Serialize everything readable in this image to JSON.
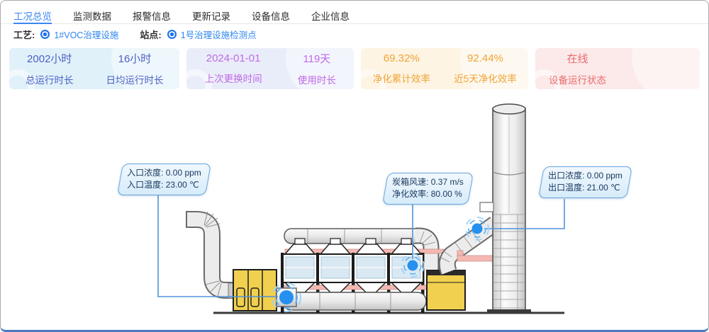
{
  "tabs": [
    {
      "label": "工况总览",
      "active": true
    },
    {
      "label": "监测数据",
      "active": false
    },
    {
      "label": "报警信息",
      "active": false
    },
    {
      "label": "更新记录",
      "active": false
    },
    {
      "label": "设备信息",
      "active": false
    },
    {
      "label": "企业信息",
      "active": false
    }
  ],
  "filters": {
    "process_label": "工艺:",
    "process_value": "1#VOC治理设施",
    "site_label": "站点:",
    "site_value": "1号治理设施检测点"
  },
  "stat_cards": [
    {
      "theme": "blue",
      "items": [
        {
          "value": "2002小时",
          "label": "总运行时长"
        },
        {
          "value": "16小时",
          "label": "日均运行时长"
        }
      ]
    },
    {
      "theme": "purple",
      "items": [
        {
          "value": "2024-01-01",
          "label": "上次更换时间"
        },
        {
          "value": "119天",
          "label": "使用时长"
        }
      ]
    },
    {
      "theme": "orange",
      "items": [
        {
          "value": "69.32%",
          "label": "净化累计效率"
        },
        {
          "value": "92.44%",
          "label": "近5天净化效率"
        }
      ]
    },
    {
      "theme": "red",
      "items": [
        {
          "value": "在线",
          "label": "设备运行状态"
        }
      ]
    }
  ],
  "callouts": [
    {
      "name": "inlet",
      "lines": [
        "入口浓度: 0.00 ppm",
        "入口温度: 23.00 ℃"
      ]
    },
    {
      "name": "carbon-box",
      "lines": [
        "炭箱风速: 0.37 m/s",
        "净化效率: 80.00 %"
      ]
    },
    {
      "name": "outlet",
      "lines": [
        "出口浓度: 0.00 ppm",
        "出口温度: 21.00 ℃"
      ]
    }
  ],
  "colors": {
    "accent_blue": "#3a87f2",
    "card_blue_bg": "#e0f1fa",
    "card_blue_text": "#4d61c4",
    "card_purple_bg": "#e9edfa",
    "card_purple_text": "#c06ae6",
    "card_orange_bg": "#fdf4e3",
    "card_orange_text": "#f0a336",
    "card_red_bg": "#fce9e9",
    "card_red_text": "#e76d6d",
    "callout_border": "#69a5dc",
    "sensor_blue": "#2590f0",
    "equipment_yellow": "#f1d04f",
    "pipe_pink": "#f4b8b2",
    "bottom_border": "#4a7ac0"
  }
}
